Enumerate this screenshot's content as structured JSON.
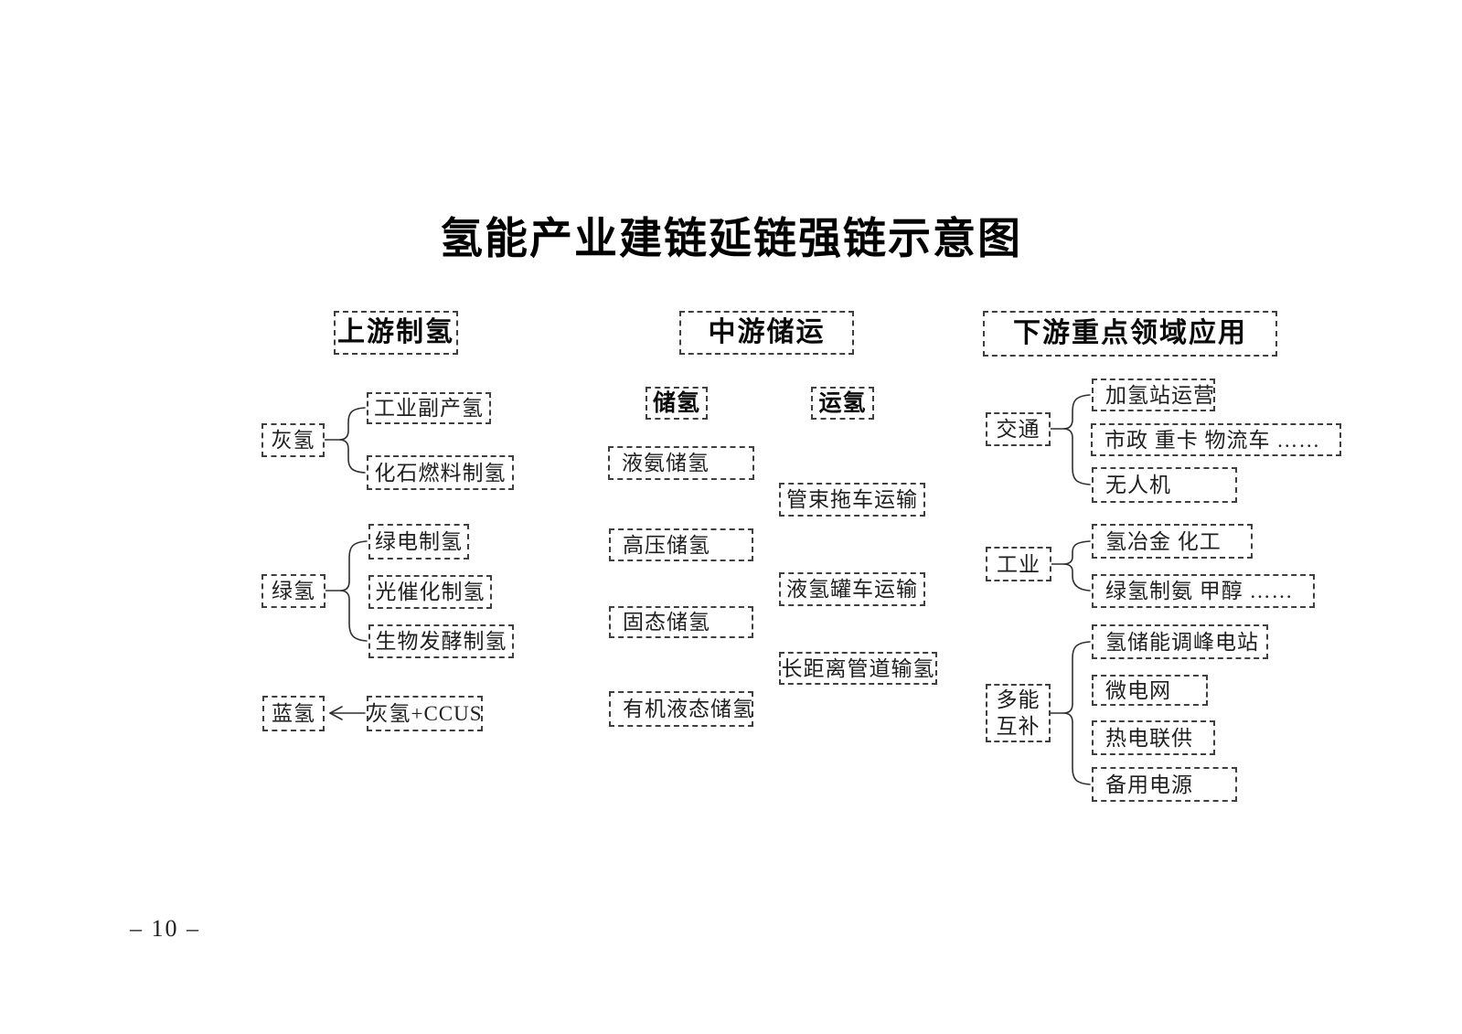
{
  "page": {
    "title": "氢能产业建链延链强链示意图",
    "page_number": "– 10 –"
  },
  "colors": {
    "ink": "#1f1f1f",
    "box_border": "#3f3f3f",
    "background": "#ffffff"
  },
  "icons": {
    "blue_hydrogen_arrow": "←"
  },
  "sections": {
    "upstream": {
      "header": "上游制氢",
      "groups": [
        {
          "parent": "灰氢",
          "children": [
            "工业副产氢",
            "化石燃料制氢"
          ]
        },
        {
          "parent": "绿氢",
          "children": [
            "绿电制氢",
            "光催化制氢",
            "生物发酵制氢"
          ]
        },
        {
          "parent": "蓝氢",
          "source": "灰氢+CCUS"
        }
      ]
    },
    "midstream": {
      "header": "中游储运",
      "columns": [
        {
          "subheader": "储氢",
          "items": [
            "液氨储氢",
            "高压储氢",
            "固态储氢",
            "有机液态储氢"
          ]
        },
        {
          "subheader": "运氢",
          "items": [
            "管束拖车运输",
            "液氢罐车运输",
            "长距离管道输氢"
          ]
        }
      ]
    },
    "downstream": {
      "header": "下游重点领域应用",
      "groups": [
        {
          "parent": "交通",
          "children": [
            "加氢站运营",
            "市政 重卡 物流车 ……",
            "无人机"
          ]
        },
        {
          "parent": "工业",
          "children": [
            "氢冶金 化工",
            "绿氢制氨 甲醇 ……"
          ]
        },
        {
          "parent": "多能互补",
          "children": [
            "氢储能调峰电站",
            "微电网",
            "热电联供",
            "备用电源"
          ]
        }
      ]
    }
  }
}
